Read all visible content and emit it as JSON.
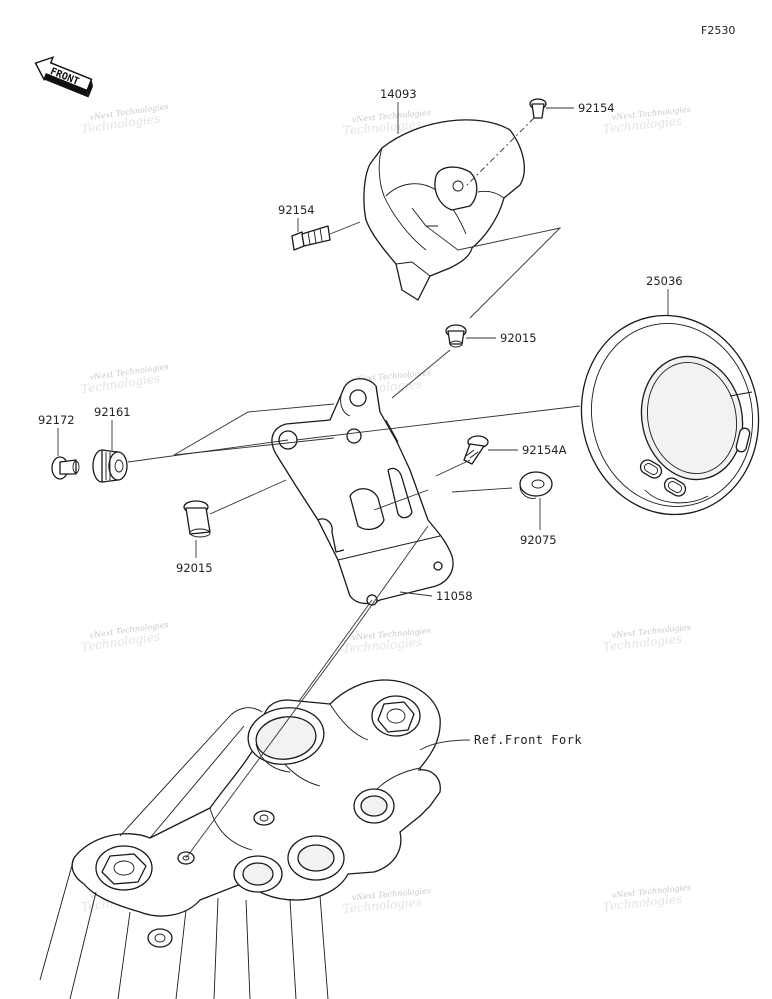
{
  "figure": {
    "code": "F2530",
    "front_label": "FRONT"
  },
  "parts": [
    {
      "id": "p14093",
      "number": "14093"
    },
    {
      "id": "p92154_top",
      "number": "92154"
    },
    {
      "id": "p92154_left",
      "number": "92154"
    },
    {
      "id": "p25036",
      "number": "25036"
    },
    {
      "id": "p92015_top",
      "number": "92015"
    },
    {
      "id": "p92172",
      "number": "92172"
    },
    {
      "id": "p92161",
      "number": "92161"
    },
    {
      "id": "p92154A",
      "number": "92154A"
    },
    {
      "id": "p92075",
      "number": "92075"
    },
    {
      "id": "p92015_bottom",
      "number": "92015"
    },
    {
      "id": "p11058",
      "number": "11058"
    }
  ],
  "reference": {
    "text": "Ref.Front Fork"
  },
  "watermark": {
    "line1": "vNext Technologies",
    "line2": "Technologies"
  }
}
